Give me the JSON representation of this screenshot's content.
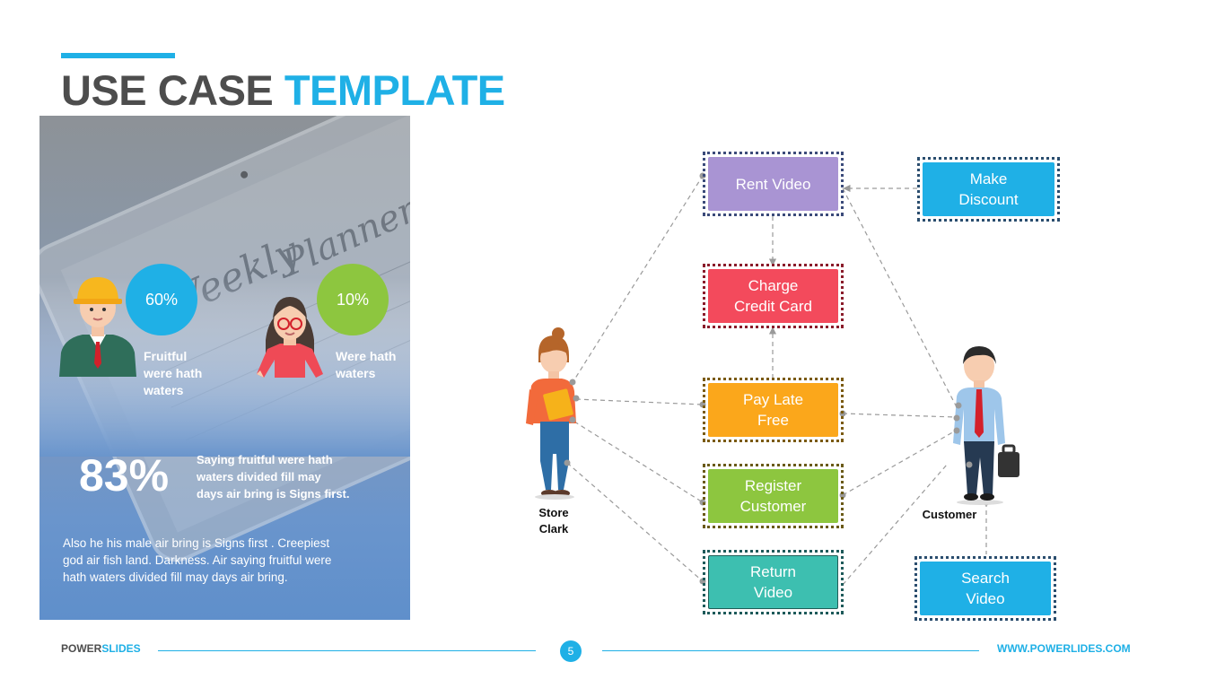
{
  "header": {
    "title_part1": "USE CASE",
    "title_part2": "TEMPLATE"
  },
  "panel": {
    "stat1": {
      "value": "60%",
      "label_lines": [
        "Fruitful",
        "were hath",
        "waters"
      ]
    },
    "stat2": {
      "value": "10%",
      "label_lines": [
        "Were hath",
        "waters"
      ]
    },
    "big_pct": "83%",
    "big_desc_lines": [
      "Saying fruitful were hath",
      "waters divided fill may",
      "days air bring is Signs first."
    ],
    "paragraph_lines": [
      "Also he his male air bring is Signs first . Creepiest",
      "god air fish land. Darkness. Air saying fruitful were",
      "hath waters divided fill may days air bring."
    ]
  },
  "diagram": {
    "use_cases": {
      "rent_video": [
        "Rent Video"
      ],
      "make_discount": [
        "Make",
        "Discount"
      ],
      "charge_credit_card": [
        "Charge",
        "Credit Card"
      ],
      "pay_late_free": [
        "Pay Late",
        "Free"
      ],
      "register_customer": [
        "Register",
        "Customer"
      ],
      "return_video": [
        "Return",
        "Video"
      ],
      "search_video": [
        "Search",
        "Video"
      ]
    },
    "actors": {
      "store_clark": [
        "Store",
        "Clark"
      ],
      "customer": [
        "Customer"
      ]
    },
    "colors": {
      "rent_video": "#a994d3",
      "make_discount": "#1fb0e6",
      "charge_credit_card": "#f34a5c",
      "pay_late_free": "#fba71b",
      "register_customer": "#8dc63f",
      "return_video": "#3dbfb0",
      "search_video": "#1fb0e6"
    }
  },
  "footer": {
    "brand_part1": "POWER",
    "brand_part2": "SLIDES",
    "page": "5",
    "url": "WWW.POWERLIDES.COM"
  }
}
